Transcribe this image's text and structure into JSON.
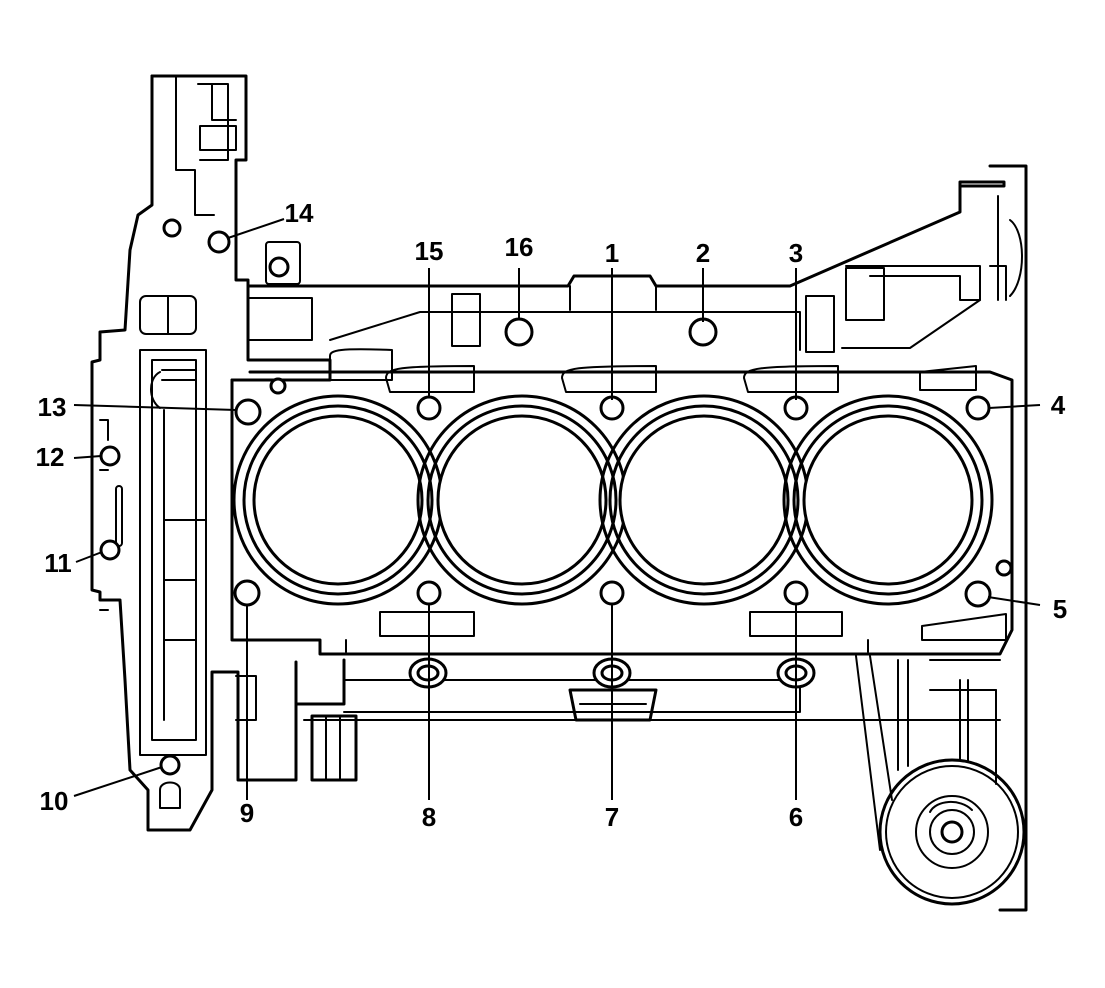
{
  "colors": {
    "line": "#000000",
    "background": "#ffffff"
  },
  "bolts": [
    {
      "id": "bolt-1",
      "label": "1"
    },
    {
      "id": "bolt-2",
      "label": "2"
    },
    {
      "id": "bolt-3",
      "label": "3"
    },
    {
      "id": "bolt-4",
      "label": "4"
    },
    {
      "id": "bolt-5",
      "label": "5"
    },
    {
      "id": "bolt-6",
      "label": "6"
    },
    {
      "id": "bolt-7",
      "label": "7"
    },
    {
      "id": "bolt-8",
      "label": "8"
    },
    {
      "id": "bolt-9",
      "label": "9"
    },
    {
      "id": "bolt-10",
      "label": "10"
    },
    {
      "id": "bolt-11",
      "label": "11"
    },
    {
      "id": "bolt-12",
      "label": "12"
    },
    {
      "id": "bolt-13",
      "label": "13"
    },
    {
      "id": "bolt-14",
      "label": "14"
    },
    {
      "id": "bolt-15",
      "label": "15"
    },
    {
      "id": "bolt-16",
      "label": "16"
    }
  ]
}
